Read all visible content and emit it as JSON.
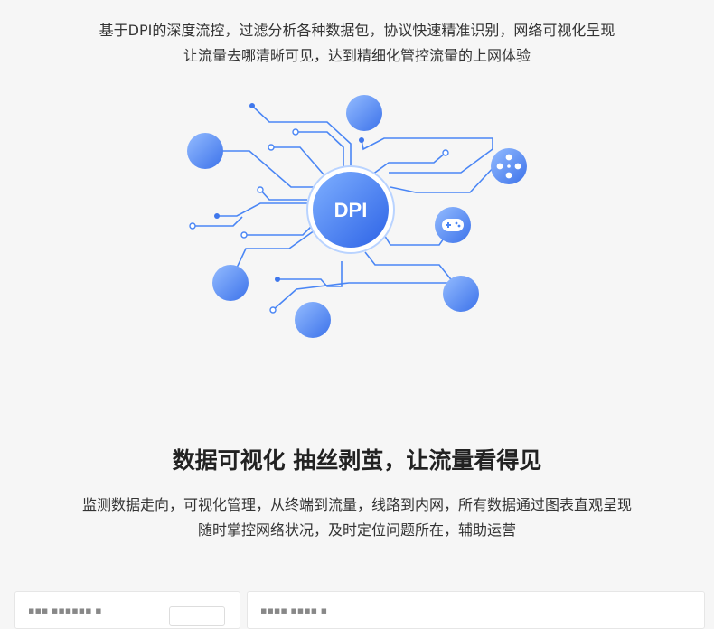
{
  "intro": {
    "line1": "基于DPI的深度流控，过滤分析各种数据包，协议快速精准识别，网络可视化呈现",
    "line2": "让流量去哪清晰可见，达到精细化管控流量的上网体验"
  },
  "diagram": {
    "center_label": "DPI"
  },
  "section": {
    "title": "数据可视化 抽丝剥茧，让流量看得见",
    "desc_line1": "监测数据走向，可视化管理，从终端到流量，线路到内网，所有数据通过图表直观呈现",
    "desc_line2": "随时掌控网络状况，及时定位问题所在，辅助运营"
  },
  "colors": {
    "primary": "#4a86f5",
    "line": "#4a86f5",
    "node_light": "#8fb8ff",
    "node_dark": "#3f77ec"
  }
}
